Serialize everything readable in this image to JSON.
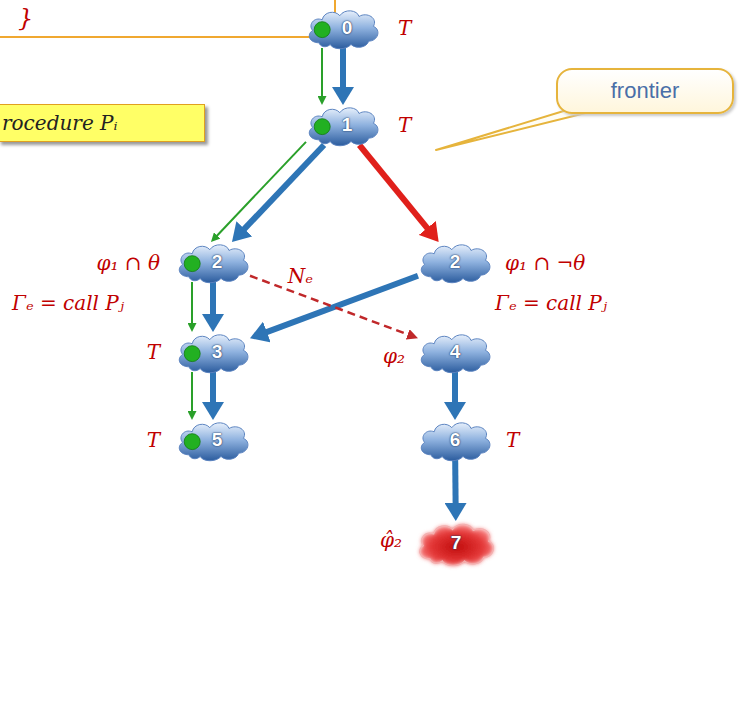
{
  "diagram": {
    "nodes": [
      {
        "text": [
          "}"
        ]
      },
      {
        "text": [
          "0"
        ]
      },
      {
        "text": [
          "rocedure Pᵢ"
        ]
      },
      {
        "text": [
          "1"
        ]
      },
      {
        "text": [
          "frontier"
        ]
      },
      {
        "text": [
          "2"
        ]
      },
      {
        "text": [
          "2"
        ]
      },
      {
        "text": [
          "3"
        ]
      },
      {
        "text": [
          "4"
        ]
      },
      {
        "text": [
          "5"
        ]
      },
      {
        "text": [
          "6"
        ]
      },
      {
        "text": [
          "7"
        ]
      }
    ],
    "edges": [
      {
        "from": 1,
        "to": 3,
        "arrow": "to"
      },
      {
        "from": 3,
        "to": 5,
        "arrow": "to"
      },
      {
        "from": 3,
        "to": 6,
        "arrow": "to"
      },
      {
        "from": 5,
        "to": 7,
        "arrow": "to"
      },
      {
        "from": 6,
        "to": 7,
        "arrow": "to"
      },
      {
        "from": 7,
        "to": 9,
        "arrow": "to"
      },
      {
        "from": 8,
        "to": 10,
        "arrow": "to"
      },
      {
        "from": 10,
        "to": 11,
        "arrow": "to"
      },
      {
        "from": 5,
        "to": 8,
        "label": "Nₑ",
        "arrow": "to"
      },
      {
        "from": 1,
        "to": 3,
        "arrow": "to"
      },
      {
        "from": 3,
        "to": 5,
        "arrow": "to"
      },
      {
        "from": 5,
        "to": 7,
        "arrow": "to"
      },
      {
        "from": 7,
        "to": 9,
        "arrow": "to"
      }
    ],
    "labels": [
      "T",
      "T",
      "φ₁ ∩ θ",
      "φ₁ ∩ ¬θ",
      "Γₑ = call Pⱼ",
      "Γₑ = call Pⱼ",
      "T",
      "φ₂",
      "T",
      "T",
      "φ̂₂"
    ]
  }
}
